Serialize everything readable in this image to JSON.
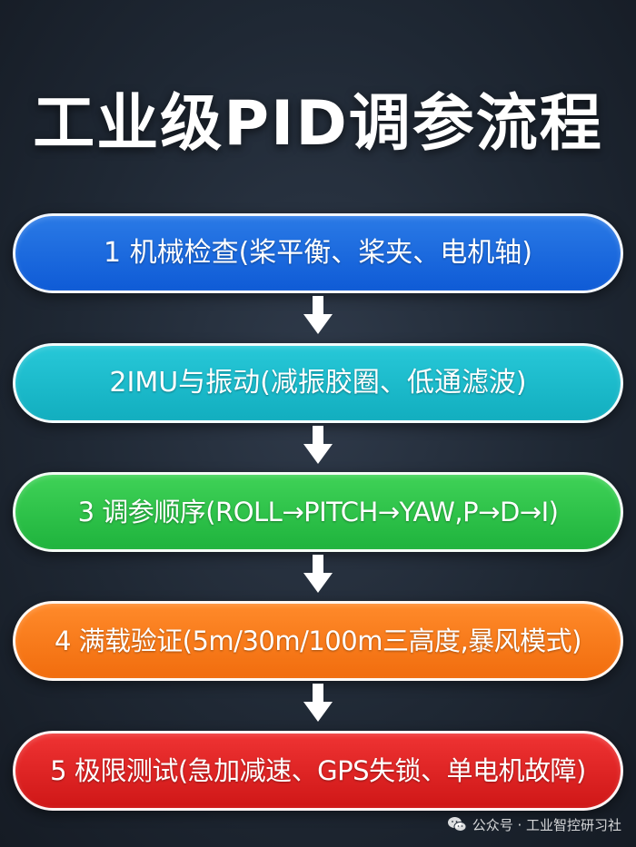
{
  "title": "工业级PID调参流程",
  "steps": [
    {
      "label": "1 机械检查(桨平衡、桨夹、电机轴)",
      "color": "#1663da"
    },
    {
      "label": "2IMU与振动(减振胶圈、低通滤波)",
      "color": "#16b6c6"
    },
    {
      "label": "3 调参顺序(ROLL→PITCH→YAW,P→D→I)",
      "color": "#27bb44"
    },
    {
      "label": "4 满载验证(5m/30m/100m三高度,暴风模式)",
      "color": "#f47414"
    },
    {
      "label": "5 极限测试(急加减速、GPS失锁、单电机故障)",
      "color": "#d61c1c"
    }
  ],
  "arrow_icon": "arrow-down-icon",
  "watermark": {
    "icon": "wechat-icon",
    "text": "公众号 · 工业智控研习社"
  }
}
